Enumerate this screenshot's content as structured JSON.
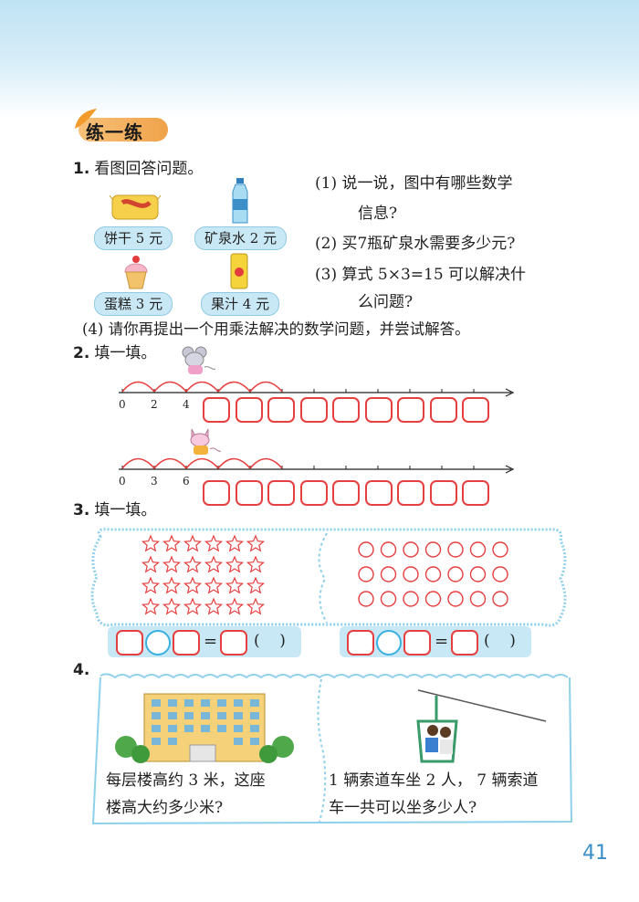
{
  "section": {
    "title": "练一练"
  },
  "q1": {
    "number": "1.",
    "prompt": "看图回答问题。",
    "items": [
      {
        "label": "饼干 5 元",
        "icon": "biscuit-icon"
      },
      {
        "label": "矿泉水 2 元",
        "icon": "water-bottle-icon"
      },
      {
        "label": "蛋糕 3 元",
        "icon": "cupcake-icon"
      },
      {
        "label": "果汁 4 元",
        "icon": "juice-can-icon"
      }
    ],
    "sub1a": "(1) 说一说，图中有哪些数学",
    "sub1b": "信息?",
    "sub2": "(2) 买7瓶矿泉水需要多少元?",
    "sub3a": "(3) 算式 5×3=15 可以解决什",
    "sub3b": "么问题?",
    "sub4": "(4) 请你再提出一个用乘法解决的数学问题，并尝试解答。"
  },
  "q2": {
    "number": "2.",
    "prompt": "填一填。",
    "line1_ticks": [
      "0",
      "2",
      "4"
    ],
    "line2_ticks": [
      "0",
      "3",
      "6"
    ]
  },
  "q3": {
    "number": "3.",
    "prompt": "填一填。",
    "stars": {
      "rows": 4,
      "cols": 6
    },
    "circles": {
      "rows": 3,
      "cols": 7
    },
    "equals": "=",
    "paren": "(    )"
  },
  "q4": {
    "number": "4.",
    "left_a": "每层楼高约 3 米，这座",
    "left_b": "楼高大约多少米?",
    "right_a": "1 辆索道车坐 2 人， 7 辆索道",
    "right_b": "车一共可以坐多少人?"
  },
  "page_number": "41",
  "colors": {
    "accent_red": "#e63f3f",
    "accent_blue": "#3bb0e0",
    "panel_blue": "#c9e8f5"
  }
}
